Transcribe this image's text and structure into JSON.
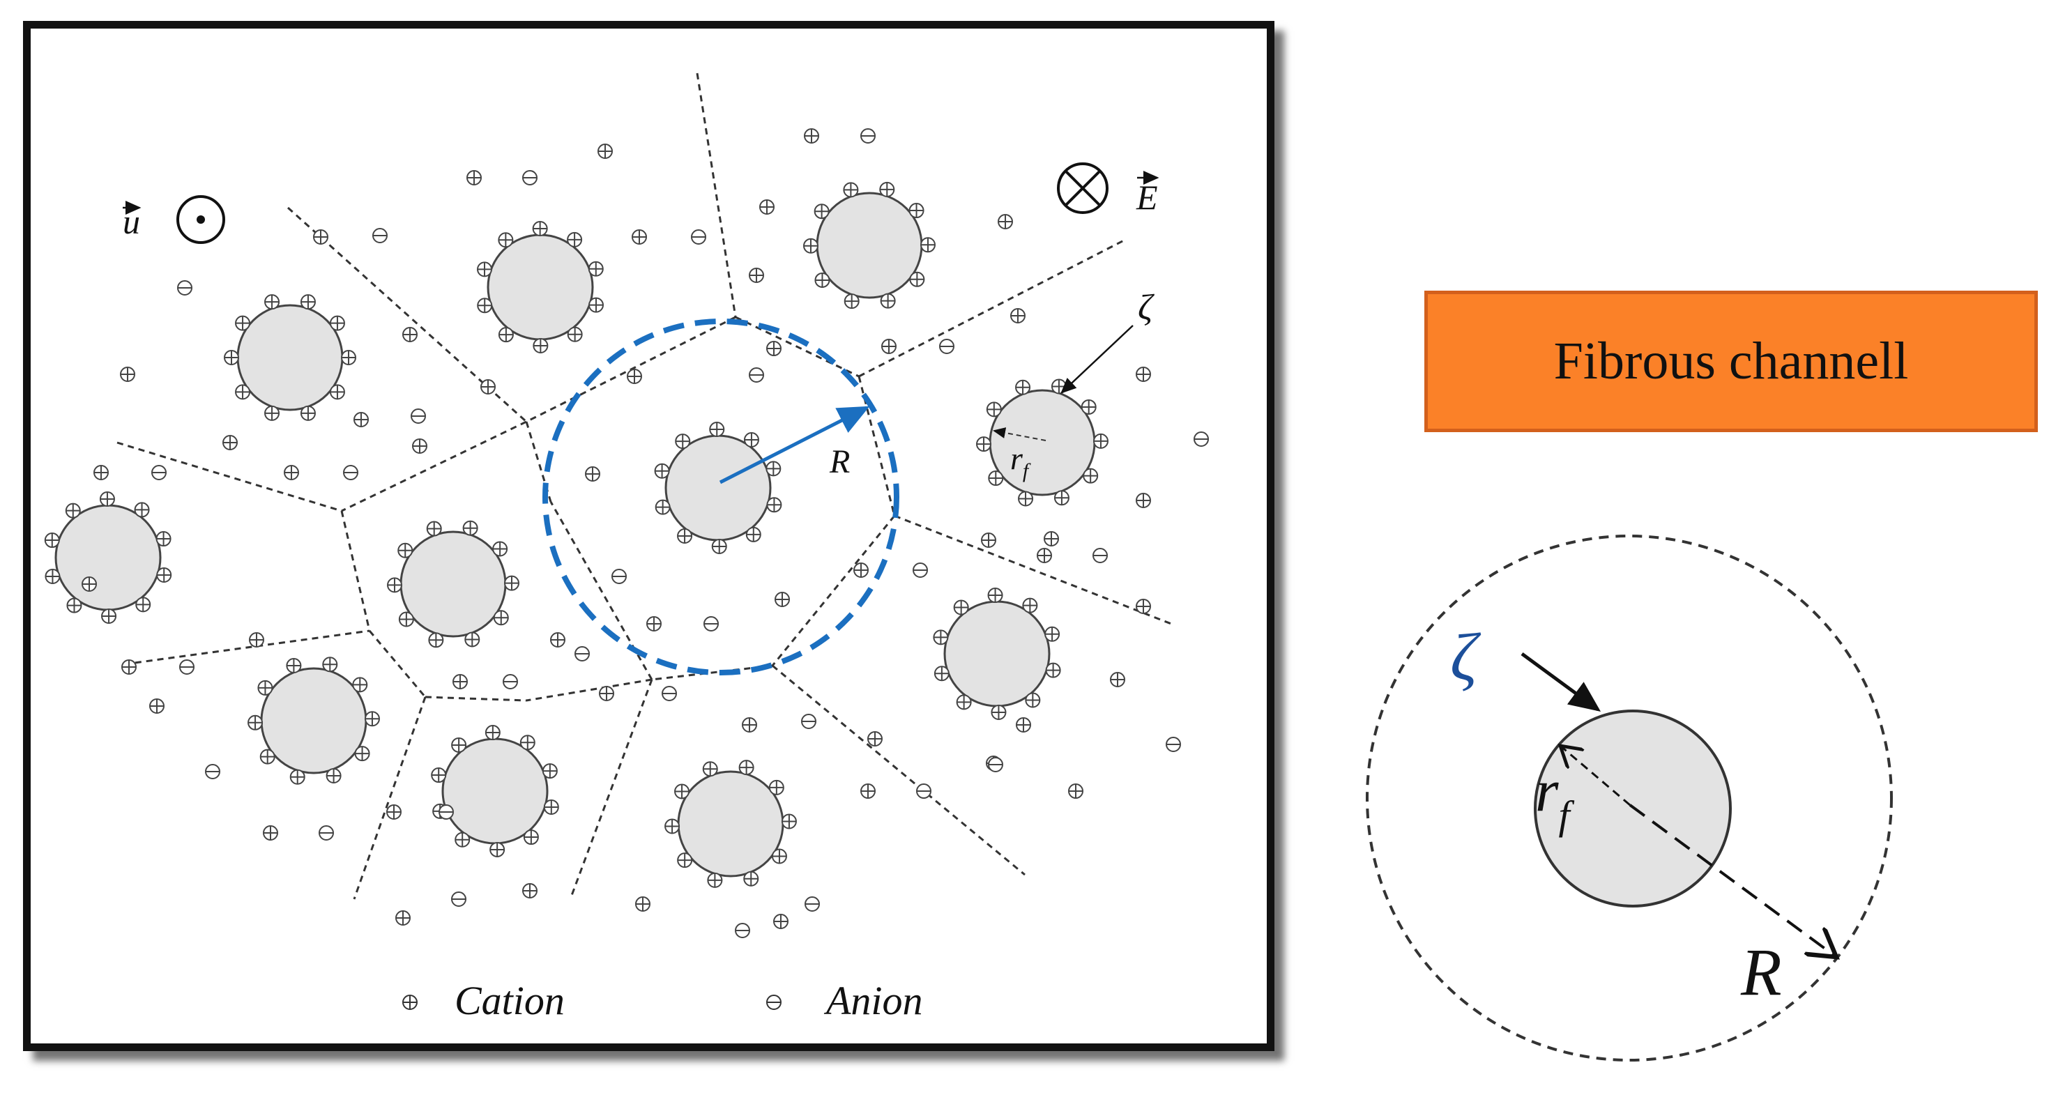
{
  "legend": {
    "cation_label": "Cation",
    "anion_label": "Anion"
  },
  "symbols": {
    "velocity": "u",
    "field": "E",
    "zeta": "ζ",
    "radius": "R",
    "fiber_radius_base": "r",
    "fiber_radius_sub": "f"
  },
  "label_box": {
    "text": "Fibrous channell"
  },
  "colors": {
    "fiber_fill": "#e3e3e3",
    "cell_circle": "#1b6fc0",
    "label_fill": "#fb8128",
    "label_border": "#d3601c"
  }
}
